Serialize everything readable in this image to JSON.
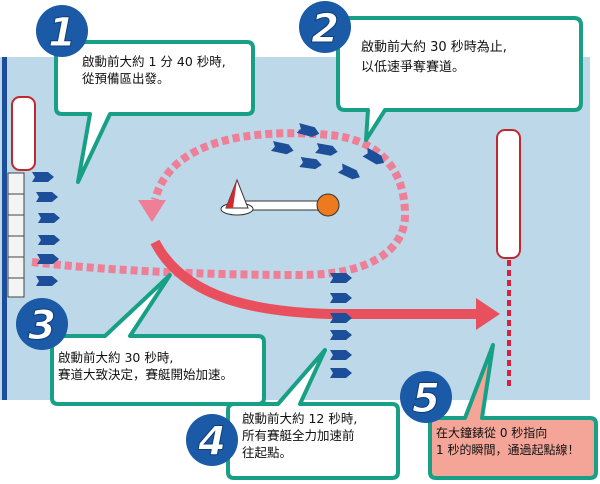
{
  "colors": {
    "water": "#bcd8e9",
    "boat": "#1d4e9a",
    "path": "#ee7f96",
    "arrow": "#e8505e",
    "callout_border": "#17a086",
    "callout_fill": "#ffffff",
    "callout5_fill": "#f4a598",
    "badge": "#1b5aa6",
    "buoy": "#ee7a1f"
  },
  "callouts": [
    {
      "number": "1",
      "line1": "啟動前大約 1 分 40 秒時,",
      "line2": "從預備區出發。"
    },
    {
      "number": "2",
      "line1": "啟動前大約 30 秒時為止,",
      "line2": "以低速爭奪賽道。"
    },
    {
      "number": "3",
      "line1": "啟動前大約 30 秒時,",
      "line2": "賽道大致決定，賽艇開始加速。"
    },
    {
      "number": "4",
      "line1": "啟動前大約 12 秒時,",
      "line2": "所有賽艇全力加速前",
      "line3": "往起點。"
    },
    {
      "number": "5",
      "line1": "在大鐘錶從 0 秒指向",
      "line2": "1 秒的瞬間，通過起點線！"
    }
  ]
}
